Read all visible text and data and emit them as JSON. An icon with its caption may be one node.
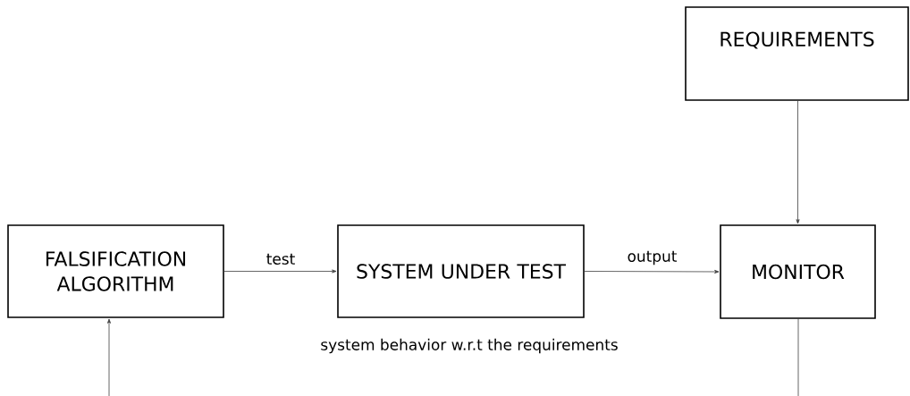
{
  "diagram": {
    "nodes": [
      {
        "text": [
          "REQUIREMENTS"
        ]
      },
      {
        "text": [
          "FALSIFICATION ALGORITHM"
        ]
      },
      {
        "text": [
          "SYSTEM UNDER TEST"
        ]
      },
      {
        "text": [
          "MONITOR"
        ]
      }
    ],
    "edges": [
      {
        "from": 1,
        "to": 2,
        "label": "test",
        "arrow": "to"
      },
      {
        "from": 2,
        "to": 3,
        "label": "output",
        "arrow": "to"
      },
      {
        "from": 0,
        "to": 3,
        "arrow": "to"
      },
      {
        "from": 3,
        "to": null,
        "arrow": "none"
      },
      {
        "from": null,
        "to": 1,
        "arrow": "to"
      }
    ],
    "labels": [
      "system behavior w.r.t the requirements"
    ]
  }
}
